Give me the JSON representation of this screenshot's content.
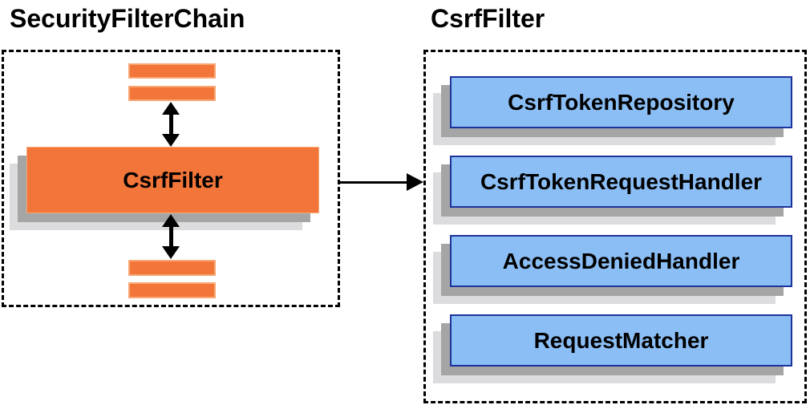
{
  "left_panel": {
    "title": "SecurityFilterChain",
    "filter_box_label": "CsrfFilter"
  },
  "right_panel": {
    "title": "CsrfFilter",
    "components": [
      "CsrfTokenRepository",
      "CsrfTokenRequestHandler",
      "AccessDeniedHandler",
      "RequestMatcher"
    ]
  },
  "colors": {
    "orange_fill": "#F2753A",
    "orange_border": "#F9A875",
    "blue_fill": "#8BBEF5",
    "blue_border": "#1D339B",
    "shadow_dark": "#A5A5A5",
    "shadow_light": "#DCDCDE",
    "arrow": "#000000",
    "container_border": "#000000",
    "text": "#000000"
  }
}
